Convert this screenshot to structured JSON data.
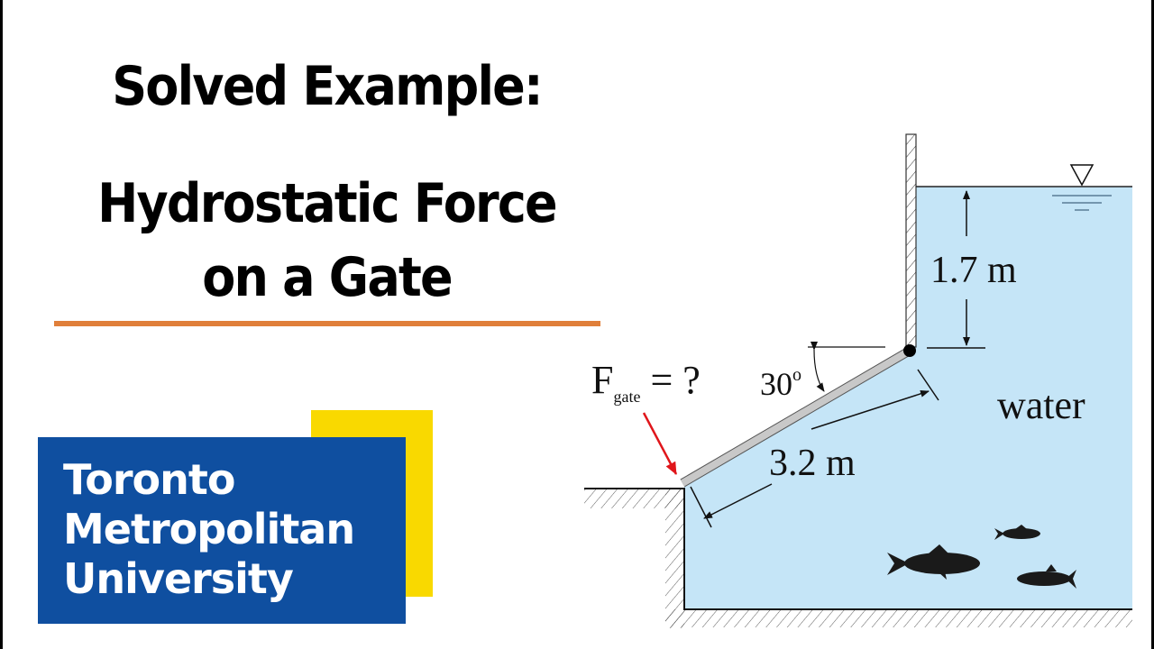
{
  "title": {
    "line1": "Solved Example:",
    "line2": "Hydrostatic Force",
    "line3": "on a Gate"
  },
  "divider_color": "#e07f3a",
  "logo": {
    "lines": [
      "Toronto",
      "Metropolitan",
      "University"
    ],
    "blue": "#0f4fa0",
    "yellow": "#f9d900"
  },
  "diagram": {
    "water_label": "water",
    "depth_label": "1.7 m",
    "gate_length_label": "3.2 m",
    "angle_label": "30",
    "angle_unit": "o",
    "force_label_main": "F",
    "force_label_sub": "gate",
    "force_label_rest": " = ?",
    "water_color": "#c5e5f7",
    "gate_color": "#c8c8c8",
    "force_arrow_color": "#e0161b",
    "free_surface_symbol": "triangle-down"
  }
}
